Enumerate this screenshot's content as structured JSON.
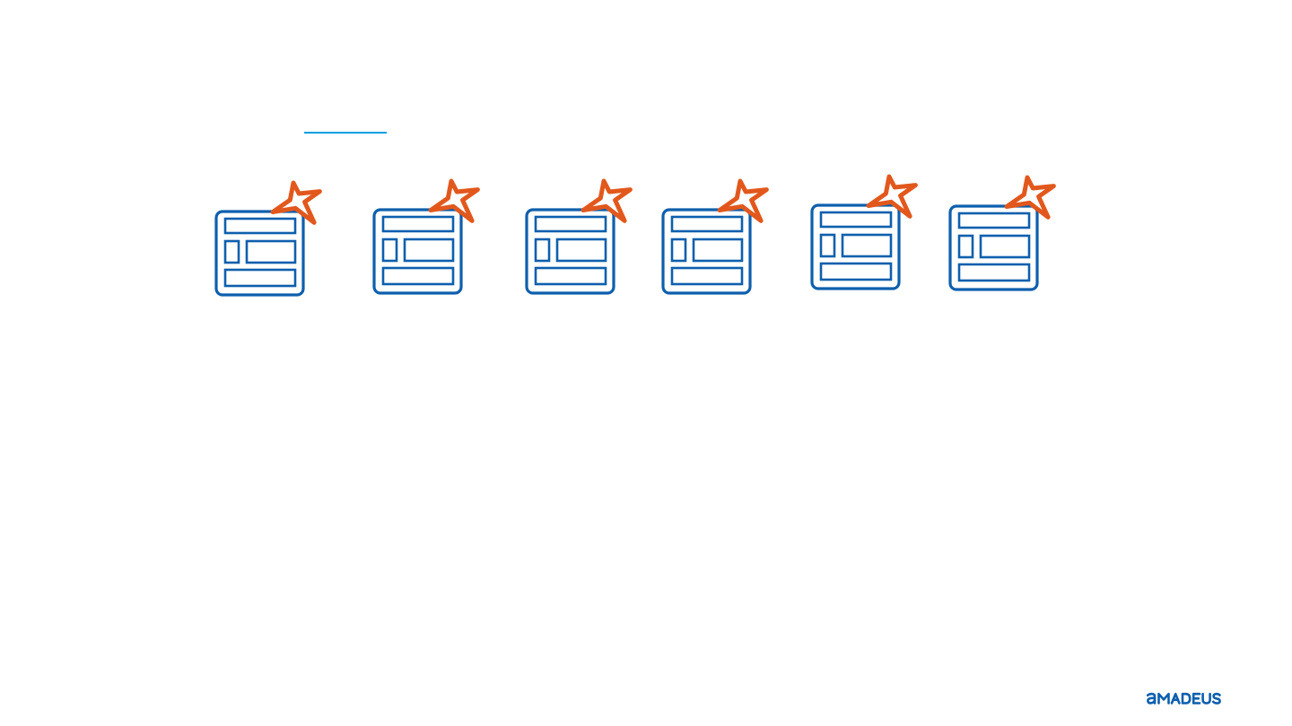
{
  "slide": {
    "icon_name": "webpage-new-feature-icon",
    "icon_count": 6
  },
  "colors": {
    "accent_line": "#009ee0",
    "icon_stroke": "#0d5fad",
    "star_stroke": "#e2581c",
    "logo": "#0d5fad"
  },
  "logo": {
    "text": "amadeus",
    "display": "AMADEUS"
  }
}
